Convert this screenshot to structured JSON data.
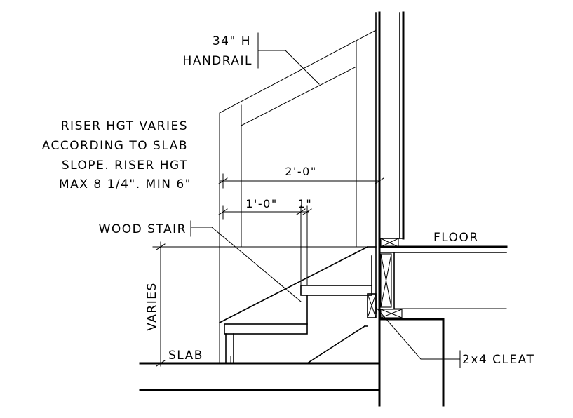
{
  "labels": {
    "handrail_line1": "34\" H",
    "handrail_line2": "HANDRAIL",
    "riser_note_line1": "RISER HGT VARIES",
    "riser_note_line2": "ACCORDING TO SLAB",
    "riser_note_line3": "SLOPE. RISER HGT",
    "riser_note_line4": "MAX 8 1/4\". MIN 6\"",
    "wood_stair": "WOOD STAIR",
    "floor": "FLOOR",
    "slab": "SLAB",
    "varies": "VARIES",
    "cleat": "2x4 CLEAT"
  },
  "dimensions": {
    "overall_run": "2'-0\"",
    "tread_depth": "1'-0\"",
    "nosing": "1\""
  }
}
